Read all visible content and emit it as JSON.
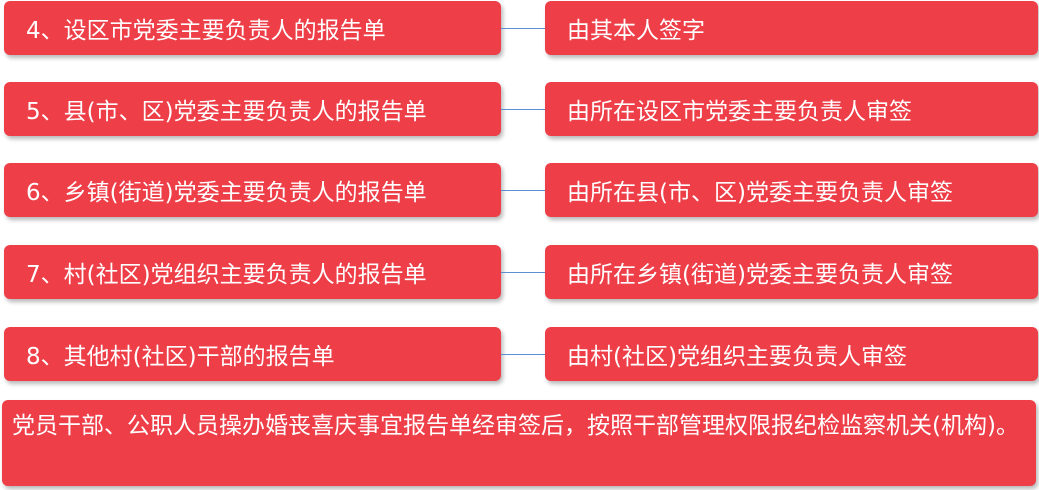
{
  "rows": [
    {
      "left": "4、设区市党委主要负责人的报告单",
      "right": "由其本人签字"
    },
    {
      "left": "5、县(市、区)党委主要负责人的报告单",
      "right": "由所在设区市党委主要负责人审签"
    },
    {
      "left": "6、乡镇(街道)党委主要负责人的报告单",
      "right": "由所在县(市、区)党委主要负责人审签"
    },
    {
      "left": "7、村(社区)党组织主要负责人的报告单",
      "right": "由所在乡镇(街道)党委主要负责人审签"
    },
    {
      "left": "8、其他村(社区)干部的报告单",
      "right": "由村(社区)党组织主要负责人审签"
    }
  ],
  "footer": "党员干部、公职人员操办婚丧喜庆事宜报告单经审签后，按照干部管理权限报纪检监察机关(机构)。",
  "colors": {
    "box": "#ee3e48",
    "connector": "#5b8fd1",
    "text": "#ffffff"
  }
}
